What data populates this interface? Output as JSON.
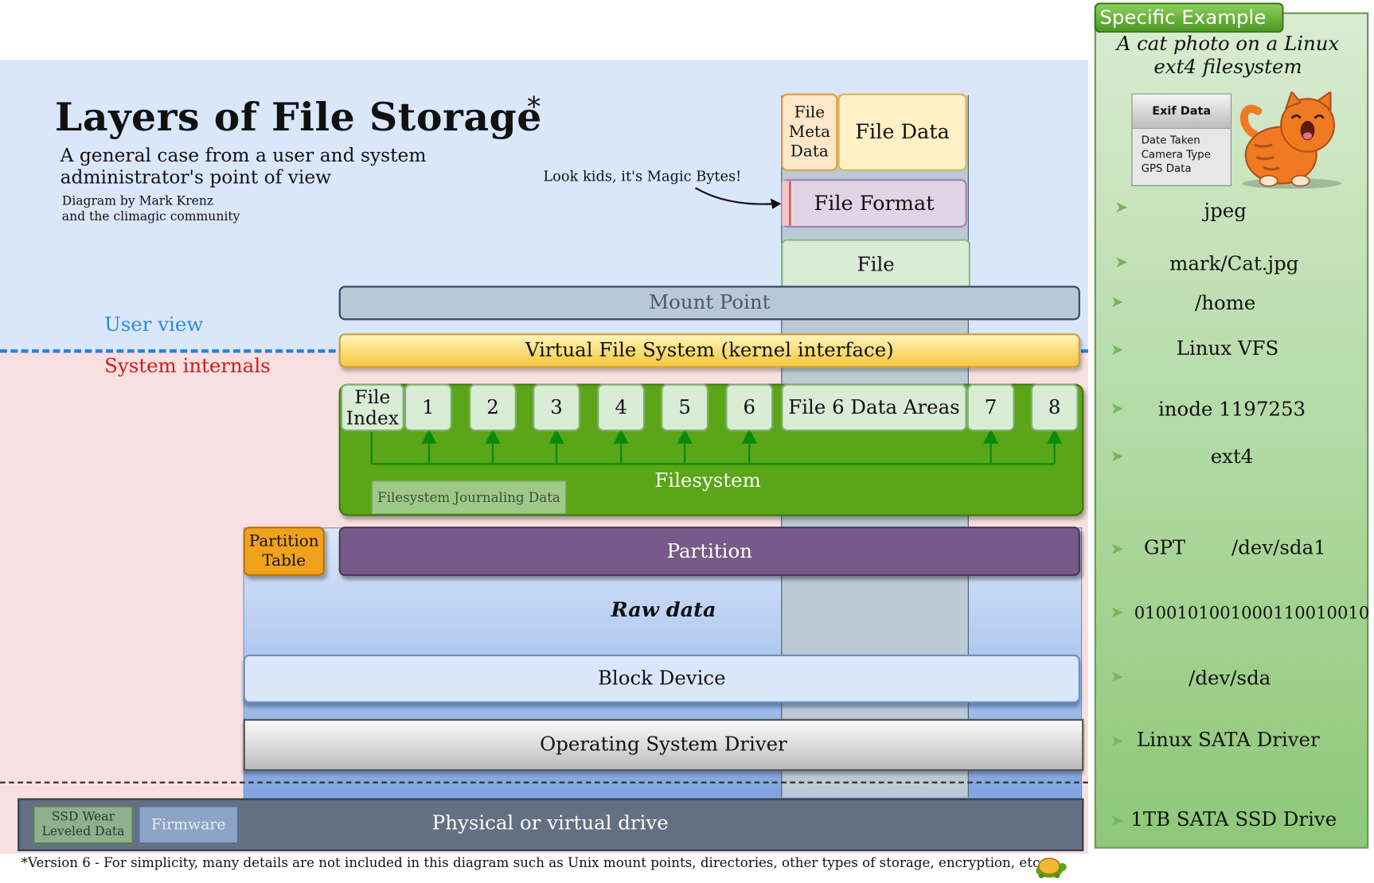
{
  "title": "Layers of File Storage",
  "title_asterisk": "*",
  "subtitle_lines": [
    "A general case from a user and system",
    "administrator's point of view"
  ],
  "credits_lines": [
    "Diagram by Mark Krenz",
    "and the climagic community"
  ],
  "zones": {
    "user_view": "User view",
    "system_internals": "System internals"
  },
  "file_stack": {
    "meta_lines": [
      "File",
      "Meta",
      "Data"
    ],
    "data": "File Data",
    "format": "File Format",
    "file": "File",
    "magic_note": "Look kids, it's Magic Bytes!"
  },
  "layers": {
    "mount_point": "Mount Point",
    "vfs": "Virtual File System (kernel interface)",
    "filesystem": "Filesystem",
    "journal": "Filesystem Journaling Data",
    "partition_table_lines": [
      "Partition",
      "Table"
    ],
    "partition": "Partition",
    "raw_data": "Raw data",
    "block_device": "Block Device",
    "os_driver": "Operating System Driver",
    "drive": "Physical or virtual drive",
    "ssd_lines": [
      "SSD Wear",
      "Leveled Data"
    ],
    "firmware": "Firmware"
  },
  "fs_slots": {
    "index_lines": [
      "File",
      "Index"
    ],
    "s1": "1",
    "s2": "2",
    "s3": "3",
    "s4": "4",
    "s5": "5",
    "s6": "6",
    "data_areas": "File 6 Data Areas",
    "s7": "7",
    "s8": "8"
  },
  "specific_example": {
    "header": "Specific Example",
    "subtitle_lines": [
      "A cat photo on a Linux",
      "ext4 filesystem"
    ],
    "exif": {
      "title": "Exif Data",
      "fields": [
        "Date Taken",
        "Camera Type",
        "GPS Data"
      ]
    },
    "items": {
      "format": "jpeg",
      "file": "mark/Cat.jpg",
      "mount": "/home",
      "vfs": "Linux VFS",
      "index": "inode 1197253",
      "fs": "ext4",
      "ptable": "GPT",
      "partition": "/dev/sda1",
      "raw": "0100101001000110010010",
      "block": "/dev/sda",
      "driver": "Linux SATA Driver",
      "drive": "1TB SATA SSD Drive"
    },
    "pointer_glyph": "➤"
  },
  "footnote": "*Version 6 - For simplicity, many details are not included in this diagram such as Unix mount points, directories, other types of storage, encryption, etc.",
  "colors": {
    "user_zone": "#dae7fa",
    "system_zone": "#f8e0e0",
    "filesystem_green": "#5aa518",
    "partition_purple": "#775a89",
    "vfs_yellow": "#f6c73c",
    "example_green": "#8ec878",
    "user_view_text": "#2e8ad8",
    "system_text": "#d81818"
  }
}
